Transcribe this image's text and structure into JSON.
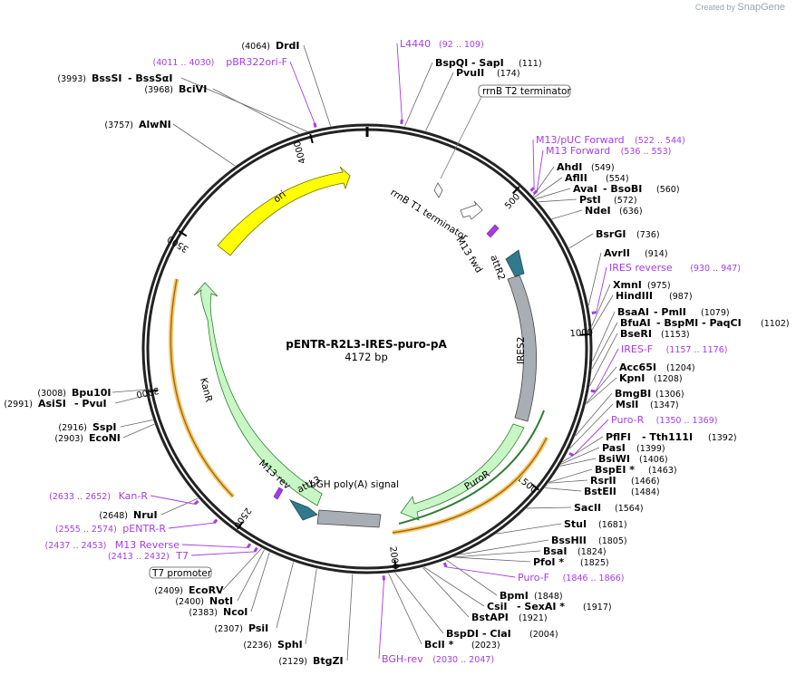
{
  "credit": {
    "prefix": "Created by",
    "brand": "SnapGene"
  },
  "plasmid": {
    "name": "pENTR-R2L3-IRES-puro-pA",
    "length": "4172 bp"
  },
  "ruler_ticks": [
    "500",
    "1000",
    "1500",
    "2000",
    "2500",
    "3000",
    "3500",
    "4000"
  ],
  "features": [
    {
      "label": "ori",
      "color": "#ffff00"
    },
    {
      "label": "KanR",
      "color": "#c8f7c5"
    },
    {
      "label": "IRES2",
      "color": "#a9aeb4"
    },
    {
      "label": "PuroR",
      "color": "#c8f7c5"
    },
    {
      "label": "attR2",
      "color": "#317a8c"
    },
    {
      "label": "attL3",
      "color": "#317a8c"
    },
    {
      "label": "bGH poly(A) signal",
      "color": "#a9aeb4"
    },
    {
      "label": "M13 fwd",
      "color": "#a43ce8"
    },
    {
      "label": "M13 rev",
      "color": "#a43ce8"
    },
    {
      "label": "rrnB T1 terminator",
      "color": "#ffffff"
    },
    {
      "label": "rrnB T2 terminator",
      "color": "#ffffff"
    },
    {
      "label": "T7 promoter",
      "color": "#ffffff"
    }
  ],
  "sites": [
    {
      "name": "DrdI",
      "pos": "(4064)"
    },
    {
      "name": "BspQI",
      "sep": "- SapI",
      "pos": "(111)"
    },
    {
      "name": "PvuII",
      "pos": "(174)"
    },
    {
      "name": "BssSI",
      "sep": "- BssSαI",
      "pos": "(3993)"
    },
    {
      "name": "BciVI",
      "pos": "(3968)"
    },
    {
      "name": "AlwNI",
      "pos": "(3757)"
    },
    {
      "name": "AhdI",
      "pos": "(549)"
    },
    {
      "name": "AflII",
      "pos": "(554)"
    },
    {
      "name": "AvaI",
      "sep": "- BsoBI",
      "pos": "(560)"
    },
    {
      "name": "PstI",
      "pos": "(572)"
    },
    {
      "name": "NdeI",
      "pos": "(636)"
    },
    {
      "name": "BsrGI",
      "pos": "(736)"
    },
    {
      "name": "AvrII",
      "pos": "(914)"
    },
    {
      "name": "XmnI",
      "pos": "(975)"
    },
    {
      "name": "HindIII",
      "pos": "(987)"
    },
    {
      "name": "BsaAI",
      "sep": "- PmlI",
      "pos": "(1079)"
    },
    {
      "name": "BfuAI",
      "sep": "- BspMI - PaqCI",
      "pos": "(1102)"
    },
    {
      "name": "BseRI",
      "pos": "(1153)"
    },
    {
      "name": "Acc65I",
      "pos": "(1204)"
    },
    {
      "name": "KpnI",
      "pos": "(1208)"
    },
    {
      "name": "BmgBI",
      "pos": "(1306)"
    },
    {
      "name": "MslI",
      "pos": "(1347)"
    },
    {
      "name": "PflFI",
      "sep": "- Tth111I",
      "pos": "(1392)"
    },
    {
      "name": "PasI",
      "pos": "(1399)"
    },
    {
      "name": "BsiWI",
      "pos": "(1406)"
    },
    {
      "name": "BspEI *",
      "pos": "(1463)"
    },
    {
      "name": "RsrII",
      "pos": "(1466)"
    },
    {
      "name": "BstEII",
      "pos": "(1484)"
    },
    {
      "name": "SacII",
      "pos": "(1564)"
    },
    {
      "name": "StuI",
      "pos": "(1681)"
    },
    {
      "name": "BssHII",
      "pos": "(1805)"
    },
    {
      "name": "BsaI",
      "pos": "(1824)"
    },
    {
      "name": "PfoI *",
      "pos": "(1825)"
    },
    {
      "name": "BpmI",
      "pos": "(1848)"
    },
    {
      "name": "CsiI",
      "sep": "- SexAI *",
      "pos": "(1917)"
    },
    {
      "name": "BstAPI",
      "pos": "(1921)"
    },
    {
      "name": "BspDI",
      "sep": "- ClaI",
      "pos": "(2004)"
    },
    {
      "name": "BclI *",
      "pos": "(2023)"
    },
    {
      "name": "BtgZI",
      "pos": "(2129)"
    },
    {
      "name": "SphI",
      "pos": "(2236)"
    },
    {
      "name": "PsiI",
      "pos": "(2307)"
    },
    {
      "name": "NcoI",
      "pos": "(2383)"
    },
    {
      "name": "NotI",
      "pos": "(2400)"
    },
    {
      "name": "EcoRV",
      "pos": "(2409)"
    },
    {
      "name": "NruI",
      "pos": "(2648)"
    },
    {
      "name": "EcoNI",
      "pos": "(2903)"
    },
    {
      "name": "SspI",
      "pos": "(2916)"
    },
    {
      "name": "AsiSI",
      "sep": "- PvuI",
      "pos": "(2991)"
    },
    {
      "name": "Bpu10I",
      "pos": "(3008)"
    }
  ],
  "primers": [
    {
      "name": "L4440",
      "range": "(92 .. 109)"
    },
    {
      "name": "pBR322ori-F",
      "range": "(4011 .. 4030)"
    },
    {
      "name": "M13/pUC Forward",
      "range": "(522 .. 544)"
    },
    {
      "name": "M13 Forward",
      "range": "(536 .. 553)"
    },
    {
      "name": "IRES reverse",
      "range": "(930 .. 947)"
    },
    {
      "name": "IRES-F",
      "range": "(1157 .. 1176)"
    },
    {
      "name": "Puro-R",
      "range": "(1350 .. 1369)"
    },
    {
      "name": "Puro-F",
      "range": "(1846 .. 1866)"
    },
    {
      "name": "BGH-rev",
      "range": "(2030 .. 2047)"
    },
    {
      "name": "Kan-R",
      "range": "(2633 .. 2652)"
    },
    {
      "name": "pENTR-R",
      "range": "(2555 .. 2574)"
    },
    {
      "name": "M13 Reverse",
      "range": "(2437 .. 2453)"
    },
    {
      "name": "T7",
      "range": "(2413 .. 2432)"
    }
  ]
}
